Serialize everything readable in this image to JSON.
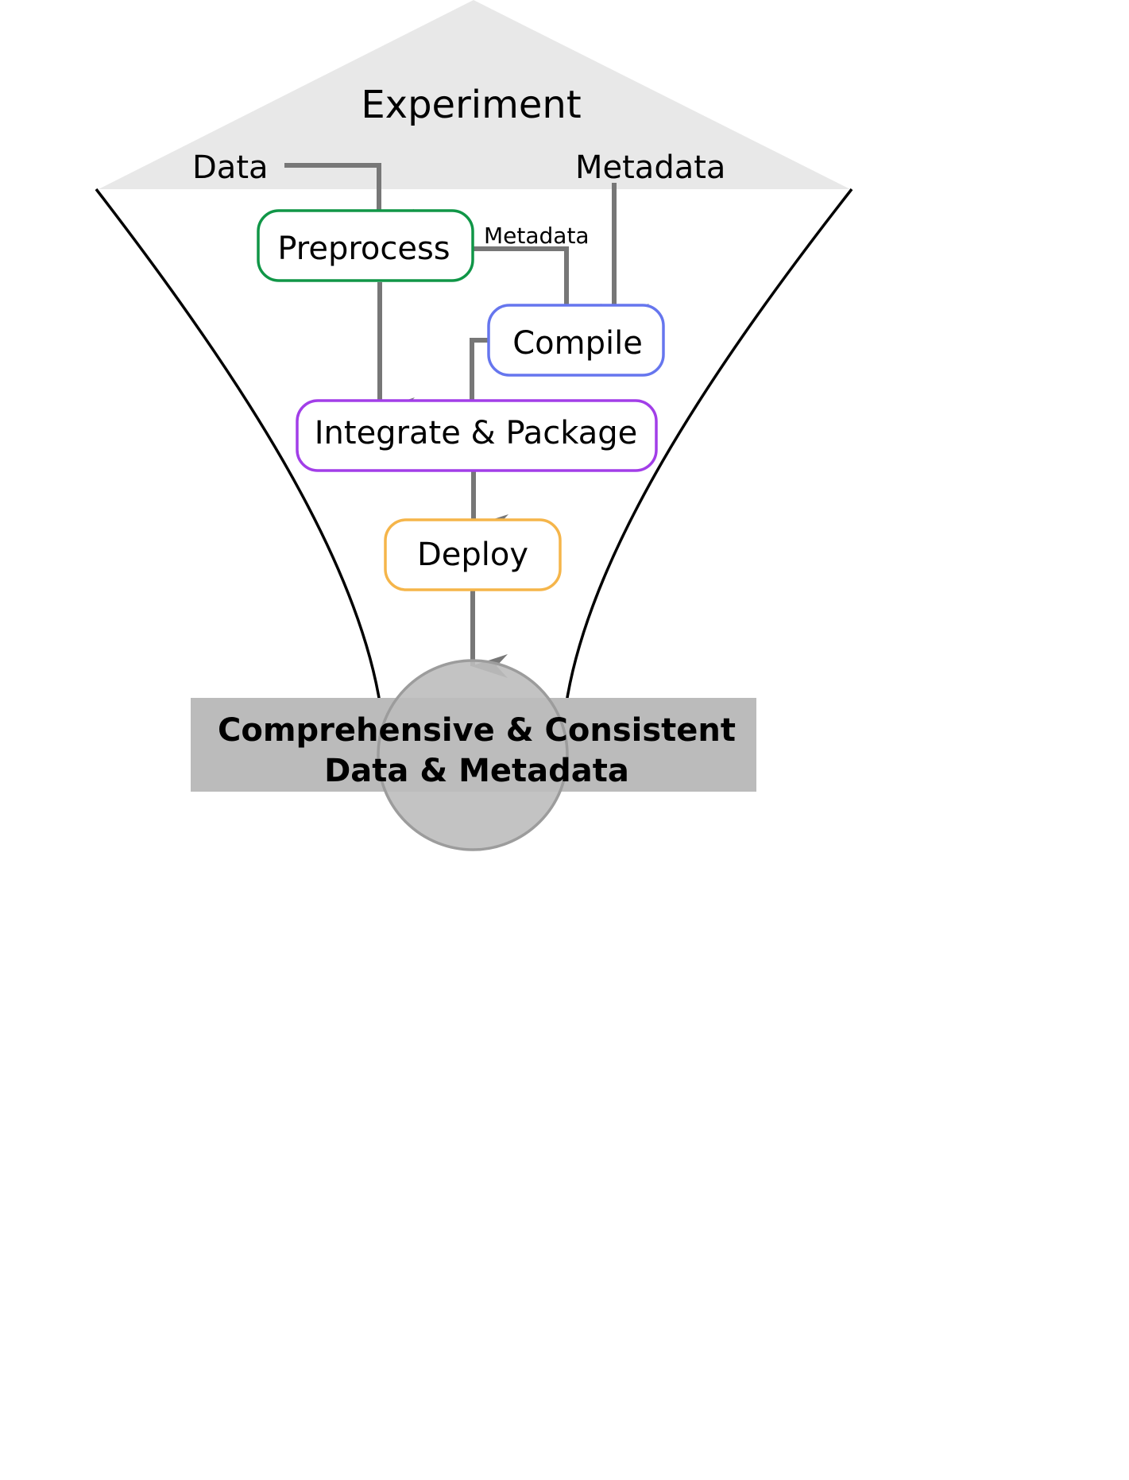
{
  "diagram": {
    "header": {
      "title": "Experiment",
      "data_label": "Data",
      "metadata_label": "Metadata"
    },
    "steps": {
      "preprocess": {
        "label": "Preprocess",
        "color": "#109647"
      },
      "compile": {
        "label": "Compile",
        "color": "#6676ee"
      },
      "integrate": {
        "label": "Integrate & Package",
        "color": "#a23ee8"
      },
      "deploy": {
        "label": "Deploy",
        "color": "#f5b54a"
      }
    },
    "edge_labels": {
      "preprocess_to_compile": "Metadata"
    },
    "result": {
      "line1": "Comprehensive & Consistent",
      "line2": "Data & Metadata"
    },
    "colors": {
      "arrow": "#777777",
      "header_fill": "#e8e8e8",
      "funnel_stroke": "#000000",
      "result_band": "#bbbbbb",
      "result_circle": "#bdbdbd",
      "result_circle_stroke": "#9c9c9c"
    }
  }
}
